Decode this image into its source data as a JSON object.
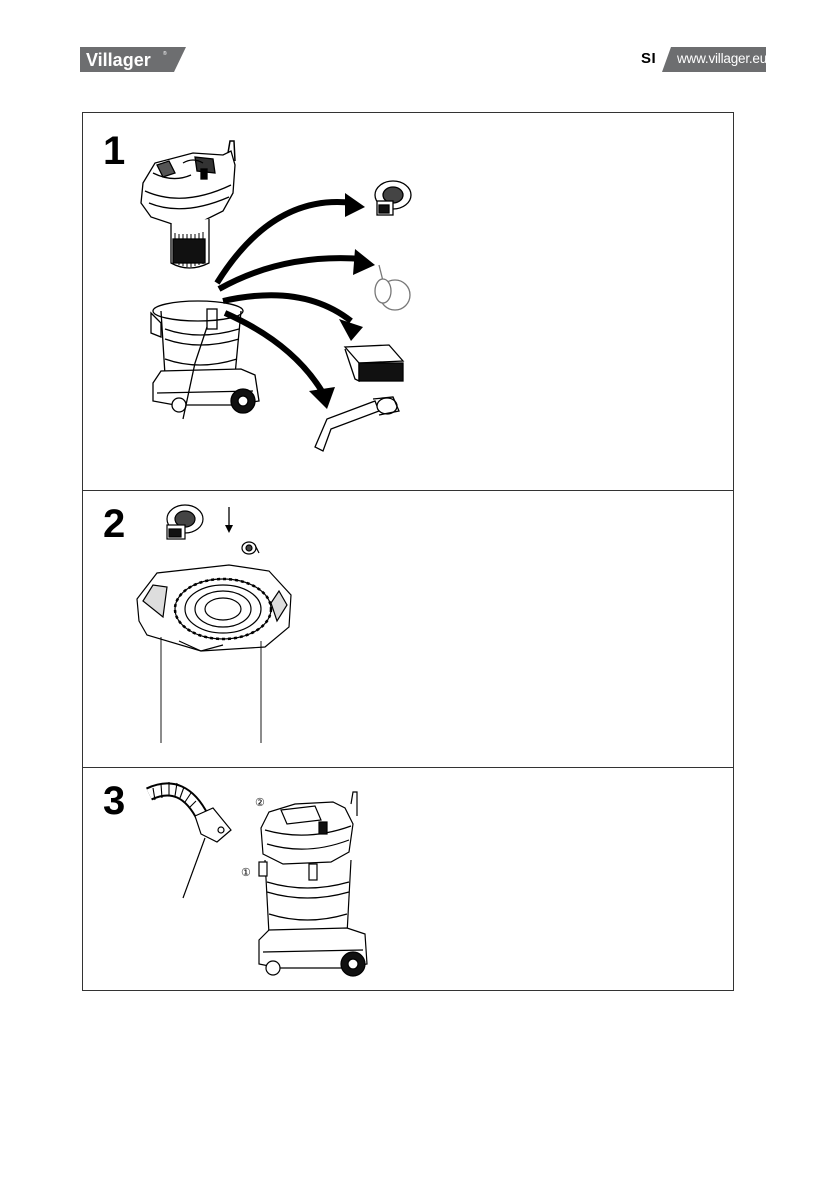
{
  "header": {
    "brand": "Villager",
    "brand_mark": "®",
    "language_code": "SI",
    "website": "www.villager.eu"
  },
  "steps": [
    {
      "number": "1"
    },
    {
      "number": "2"
    },
    {
      "number": "3"
    }
  ],
  "step3_callouts": [
    "②",
    "①"
  ],
  "colors": {
    "brand_bg": "#6d6e70",
    "frame": "#333333",
    "ink": "#000000"
  }
}
